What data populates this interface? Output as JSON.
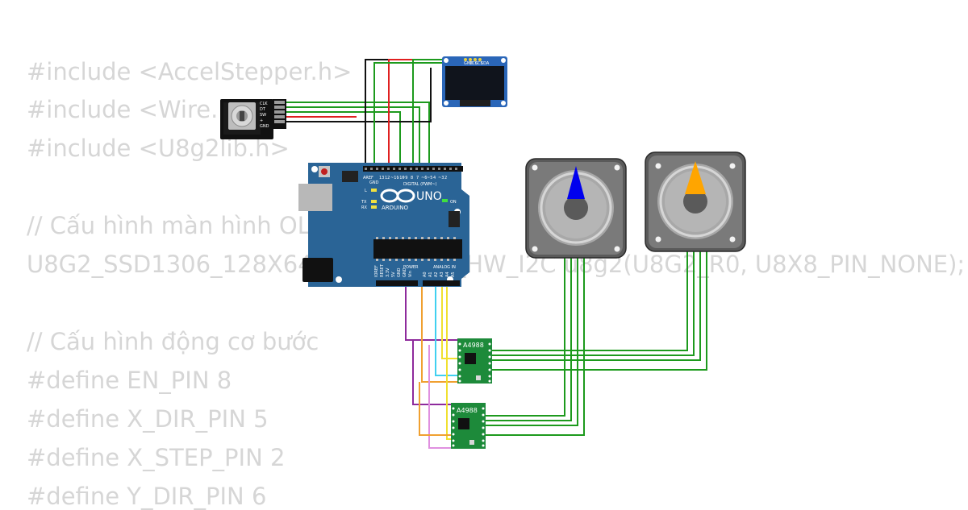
{
  "code_lines": [
    "#include <AccelStepper.h>",
    "#include <Wire.h>",
    "#include <U8g2lib.h>",
    "",
    "// Cấu hình màn hình OLED",
    "U8G2_SSD1306_128X64_NONAME_F_HW_I2C u8g2(U8G2_R0, U8X8_PIN_NONE);",
    "",
    "// Cấu hình động cơ bước",
    "#define EN_PIN 8",
    "#define X_DIR_PIN 5",
    "#define X_STEP_PIN 2",
    "#define Y_DIR_PIN 6"
  ],
  "arduino": {
    "brand": "UNO",
    "maker": "ARDUINO",
    "digital_label": "DIGITAL (PWM~)",
    "power_label": "POWER",
    "analog_label": "ANALOG IN",
    "on_label": "ON",
    "l_label": "L",
    "tx_label": "TX",
    "rx_label": "RX",
    "aref_label": "AREF",
    "gnd_label": "GND",
    "top_pins": [
      "13",
      "12",
      "~11",
      "~10",
      "~9",
      "8",
      "7",
      "~6",
      "~5",
      "4",
      "~3",
      "2",
      "TX 1",
      "RX 0"
    ],
    "power_pins": [
      "IOREF",
      "RESET",
      "3.3V",
      "5V",
      "GND",
      "GND",
      "Vin"
    ],
    "analog_pins": [
      "A0",
      "A1",
      "A2",
      "A3",
      "A4",
      "A5"
    ]
  },
  "encoder": {
    "pins": [
      "CLK",
      "DT",
      "SW",
      "+",
      "GND"
    ]
  },
  "oled": {
    "pins": [
      "GND",
      "VCC",
      "SCL",
      "SDA"
    ]
  },
  "drivers": [
    {
      "label": "A4988"
    },
    {
      "label": "A4988"
    }
  ],
  "steppers": [
    {
      "indicator_color": "#0000ee"
    },
    {
      "indicator_color": "#ffa500"
    }
  ],
  "colors": {
    "board": "#2a6496",
    "board_dark": "#1b4c78",
    "driver": "#1d8a3a",
    "wire_green": "#1d9a1d",
    "wire_red": "#e02020",
    "wire_black": "#111111",
    "wire_purple": "#8e2a9c",
    "wire_orange": "#f0a030",
    "wire_cyan": "#40d0f0",
    "wire_yellow": "#f0e030",
    "wire_pink": "#e090e0"
  }
}
